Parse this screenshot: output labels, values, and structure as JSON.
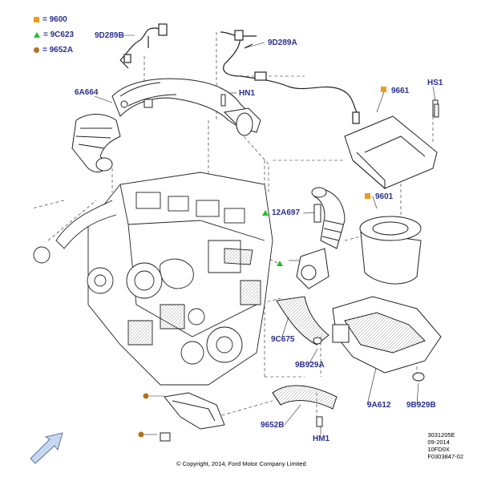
{
  "legend": [
    {
      "marker": "orange-square",
      "color": "#f39a1c",
      "text": "= 9600"
    },
    {
      "marker": "green-triangle",
      "color": "#1fbf2a",
      "text": "= 9C623"
    },
    {
      "marker": "brown-circle",
      "color": "#b2701c",
      "text": "= 9652A"
    }
  ],
  "callouts": {
    "c_9d289b_left": "9D289B",
    "c_9d289a": "9D289A",
    "c_6a664": "6A664",
    "c_hn1": "HN1",
    "c_9661": "9661",
    "c_hs1": "HS1",
    "c_9601": "9601",
    "c_12a697": "12A697",
    "c_9c675": "9C675",
    "c_9b929a": "9B929A",
    "c_9a612": "9A612",
    "c_9b929b": "9B929B",
    "c_9652b": "9652B",
    "c_hm1": "HM1"
  },
  "markers": {
    "m_9661": "orange-square",
    "m_9601": "orange-square",
    "m_12a697": "green-triangle",
    "m_maf": "green-triangle",
    "m_duct": "brown-circle",
    "m_clip": "brown-circle"
  },
  "footer": {
    "code1": "3031205E",
    "date": "09-2014",
    "code2": "10FD0X",
    "code3": "F0303847-02",
    "copyright": "© Copyright, 2014, Ford Motor Company Limited"
  },
  "icons": {
    "direction": "front-arrow-icon"
  },
  "colors": {
    "label": "#2a2f8f",
    "orange": "#f39a1c",
    "green": "#1fbf2a",
    "brown": "#b2701c"
  }
}
